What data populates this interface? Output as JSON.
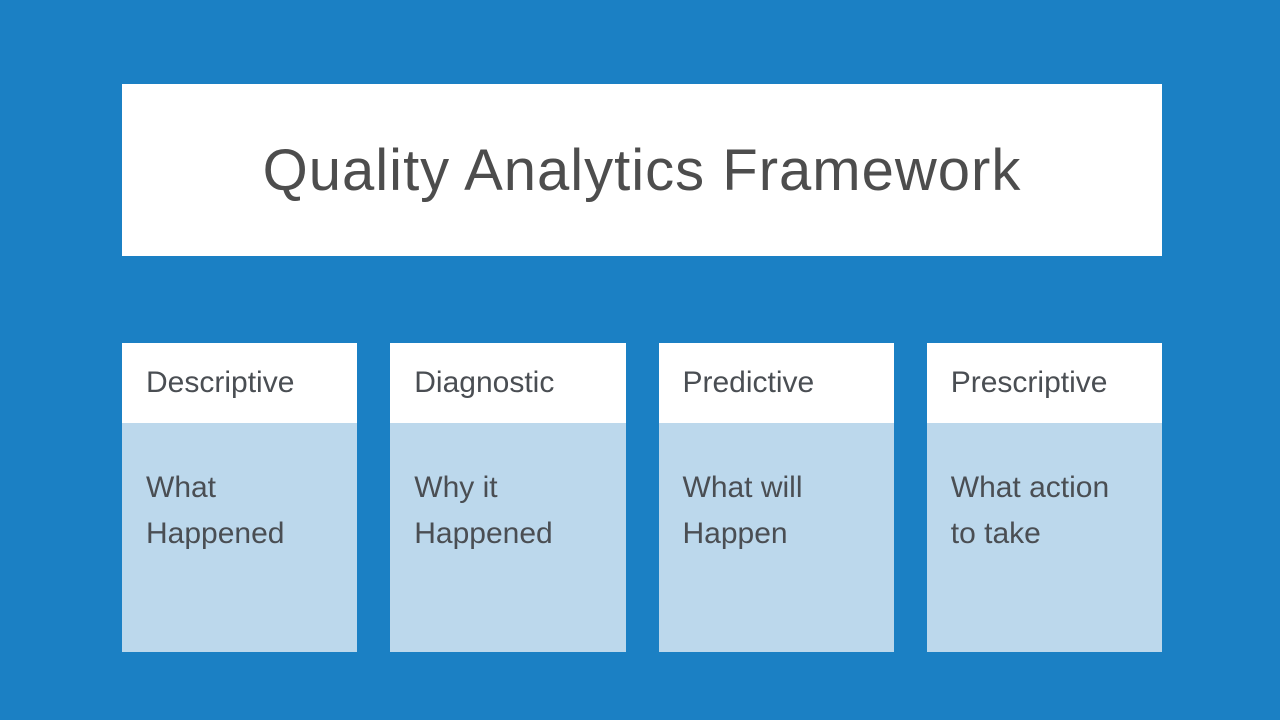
{
  "slide": {
    "title": "Quality Analytics Framework",
    "cards": [
      {
        "header": "Descriptive",
        "body": "What Happened"
      },
      {
        "header": "Diagnostic",
        "body": "Why it Happened"
      },
      {
        "header": "Predictive",
        "body": "What will Happen"
      },
      {
        "header": "Prescriptive",
        "body": "What action to take"
      }
    ]
  },
  "colors": {
    "slide-bg": "#1B80C4",
    "panel-bg": "#FFFFFF",
    "card-body-bg": "#BCD8EC",
    "title-text": "#4D4D4D",
    "card-text": "#4A4E53"
  }
}
